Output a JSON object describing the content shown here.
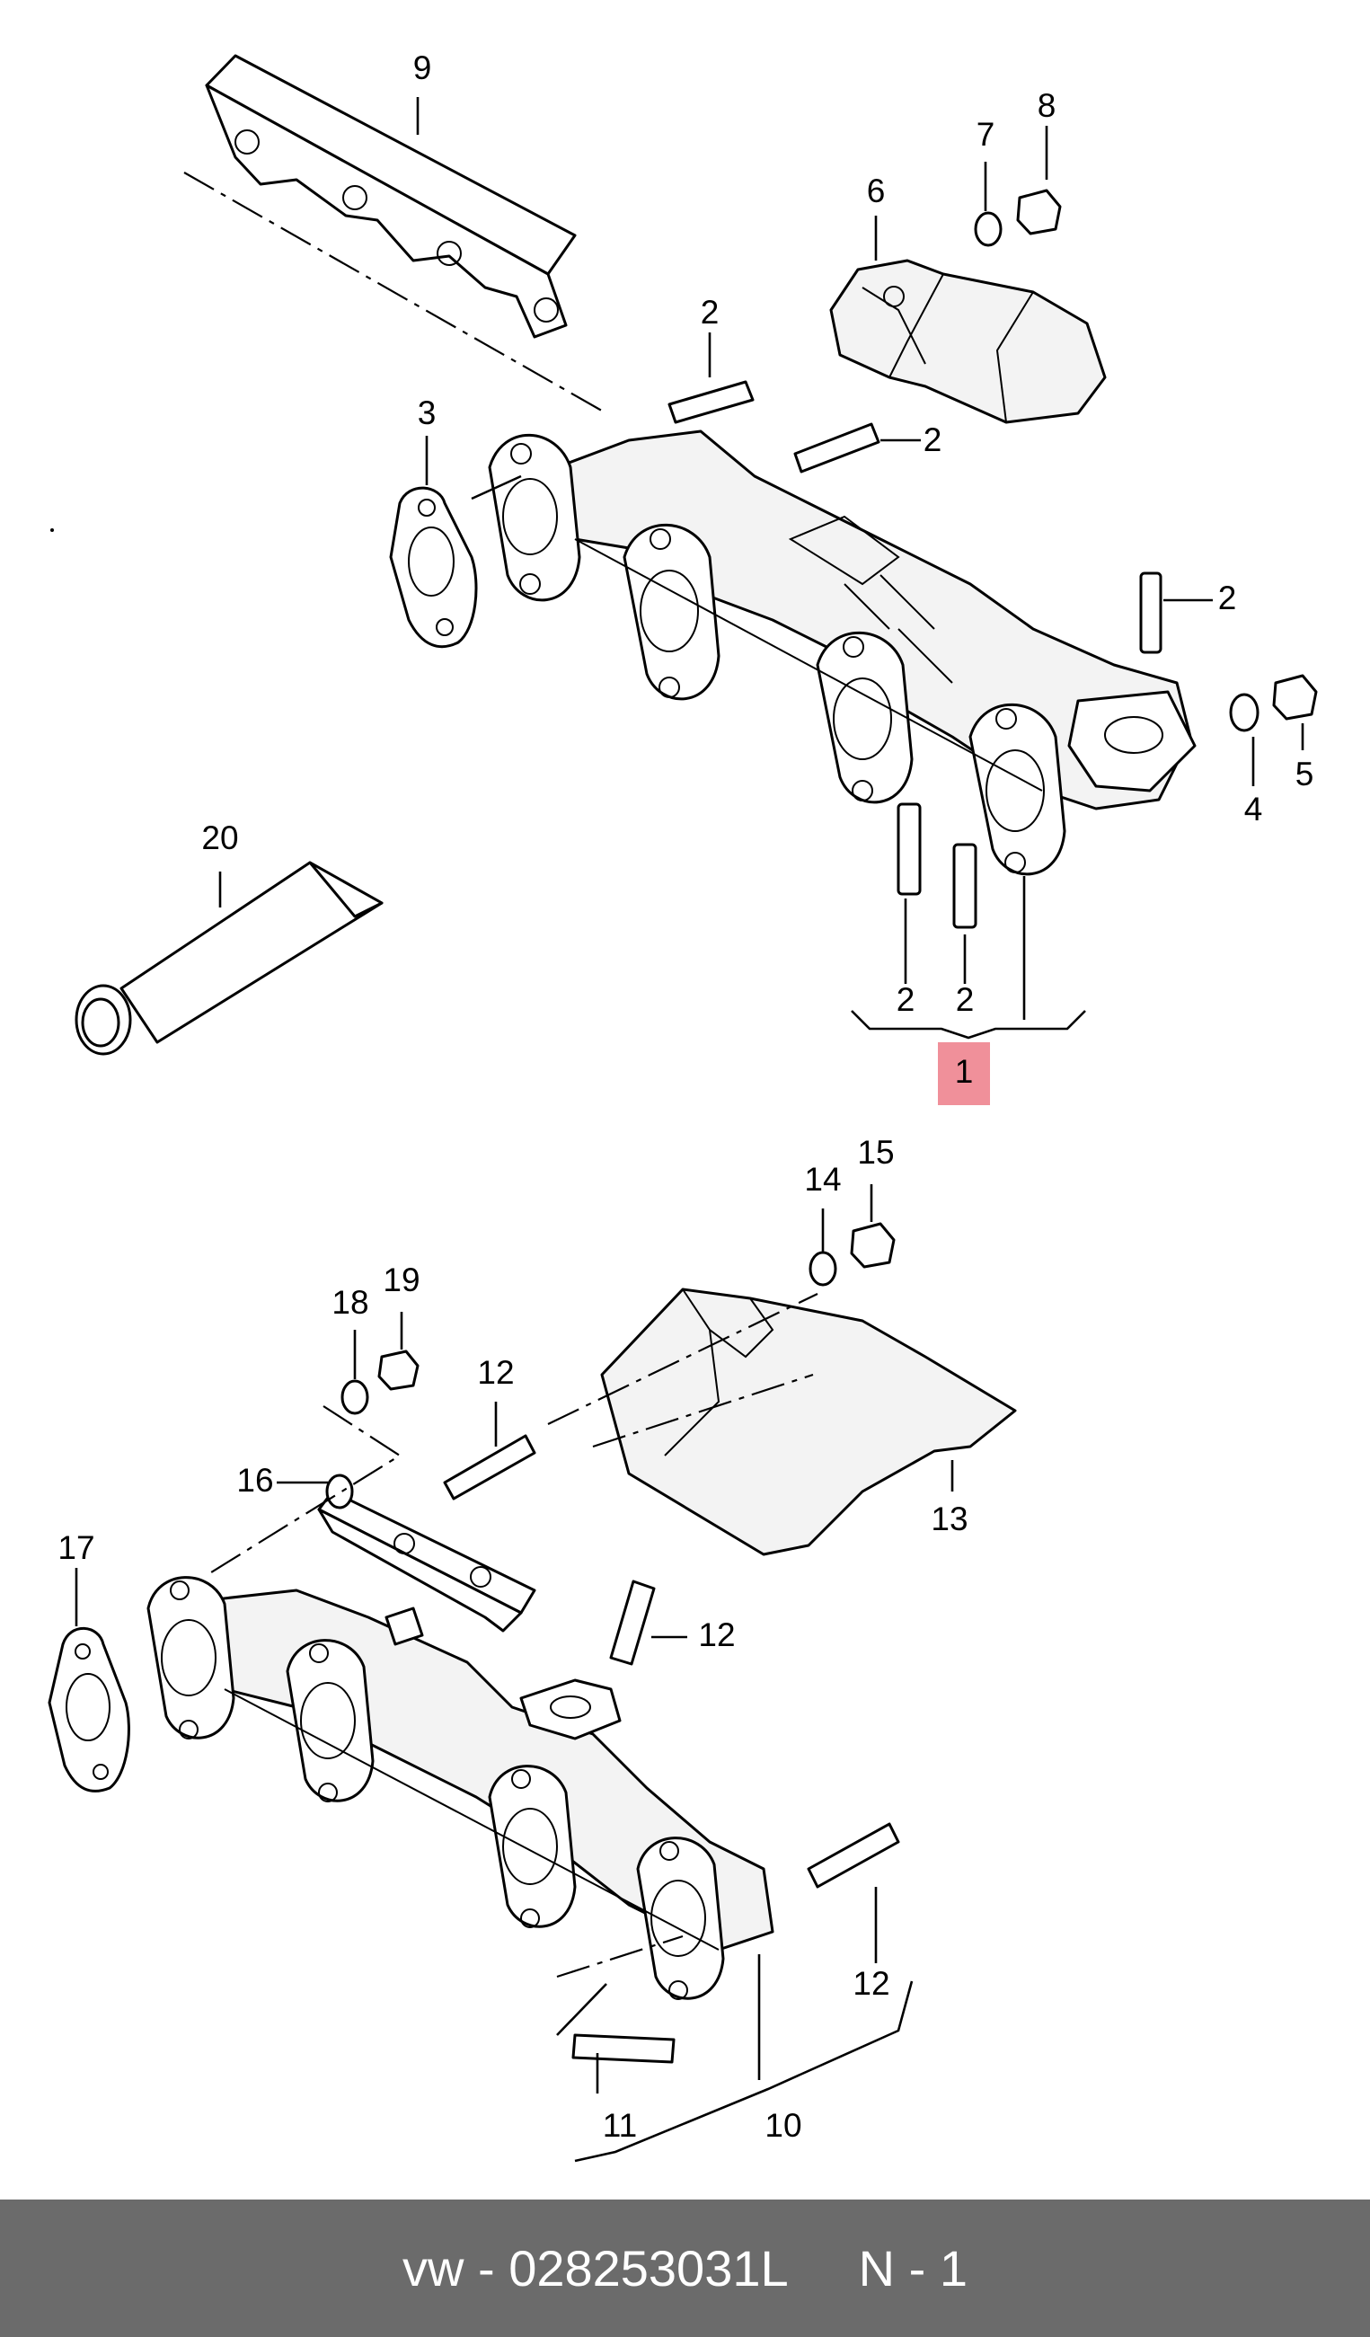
{
  "callouts": {
    "n1": "1",
    "n2": "2",
    "n3": "3",
    "n4": "4",
    "n5": "5",
    "n6": "6",
    "n7": "7",
    "n8": "8",
    "n9": "9",
    "n10": "10",
    "n11": "11",
    "n12": "12",
    "n13": "13",
    "n14": "14",
    "n15": "15",
    "n16": "16",
    "n17": "17",
    "n18": "18",
    "n19": "19",
    "n20": "20"
  },
  "highlight_color": "#f0909a",
  "footer": {
    "part_number": "vw - 028253031L",
    "page": "N - 1",
    "background": "#6b6b6b"
  }
}
